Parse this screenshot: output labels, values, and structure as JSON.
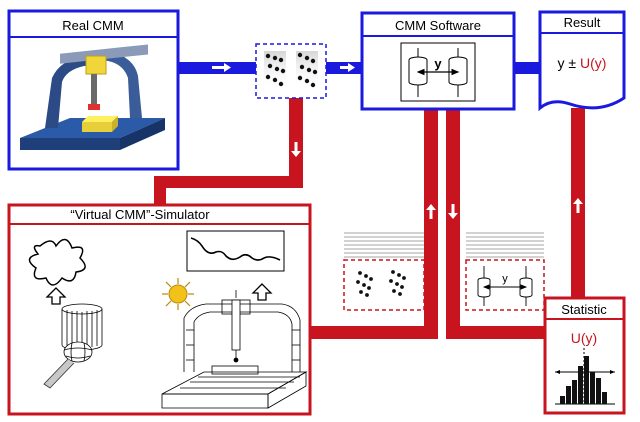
{
  "boxes": {
    "real_cmm": {
      "title": "Real CMM"
    },
    "software": {
      "title": "CMM Software",
      "measurand": "y"
    },
    "result": {
      "title": "Result",
      "formula_prefix": "y ± ",
      "formula_u": "U(y)"
    },
    "simulator": {
      "title": "“Virtual CMM”-Simulator"
    },
    "statistic": {
      "title": "Statistic",
      "label": "U(y)"
    },
    "sim_result_box": {
      "measurand": "y"
    }
  },
  "colors": {
    "blue": "#1a1adf",
    "red": "#c8141e",
    "cmm_gray": "#20438a",
    "part_yellow": "#f4e24a",
    "sun": "#f2c21a"
  },
  "icons": [
    "point-cloud-icon",
    "cylinder-distance-icon",
    "arrow-right-icon",
    "arrow-down-icon",
    "arrow-up-icon",
    "sun-icon",
    "histogram-icon"
  ]
}
